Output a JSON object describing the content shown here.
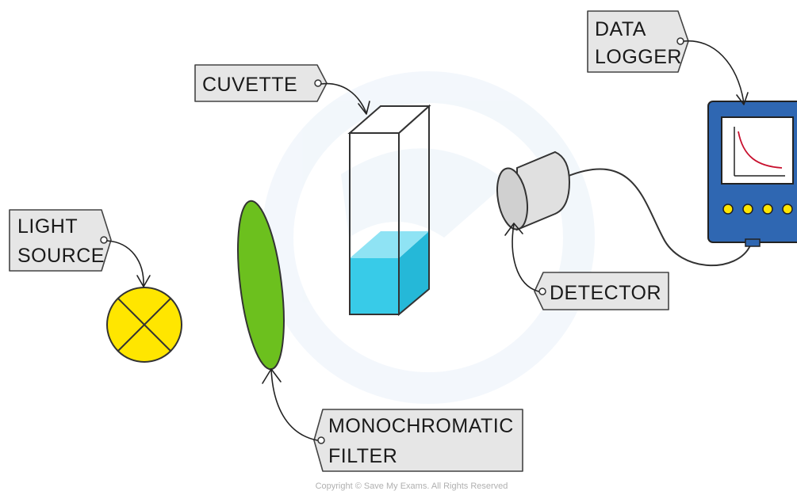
{
  "labels": {
    "cuvette": "CUVETTE",
    "data_logger_line1": "DATA",
    "data_logger_line2": "LOGGER",
    "light_source_line1": "LIGHT",
    "light_source_line2": "SOURCE",
    "detector": "DETECTOR",
    "monochromatic_filter_line1": "MONOCHROMATIC",
    "monochromatic_filter_line2": "FILTER"
  },
  "copyright": "Copyright © Save My Exams. All Rights Reserved",
  "colors": {
    "lamp": "#ffe600",
    "filter": "#6cc01e",
    "liquid": "#38cbe8",
    "liquid_top": "#8fe3f4",
    "detector": "#e0e0e0",
    "logger_body": "#2f67b2",
    "logger_buttons": "#ffe600",
    "graph_curve": "#c8102e",
    "tag_fill": "#e6e6e6"
  }
}
